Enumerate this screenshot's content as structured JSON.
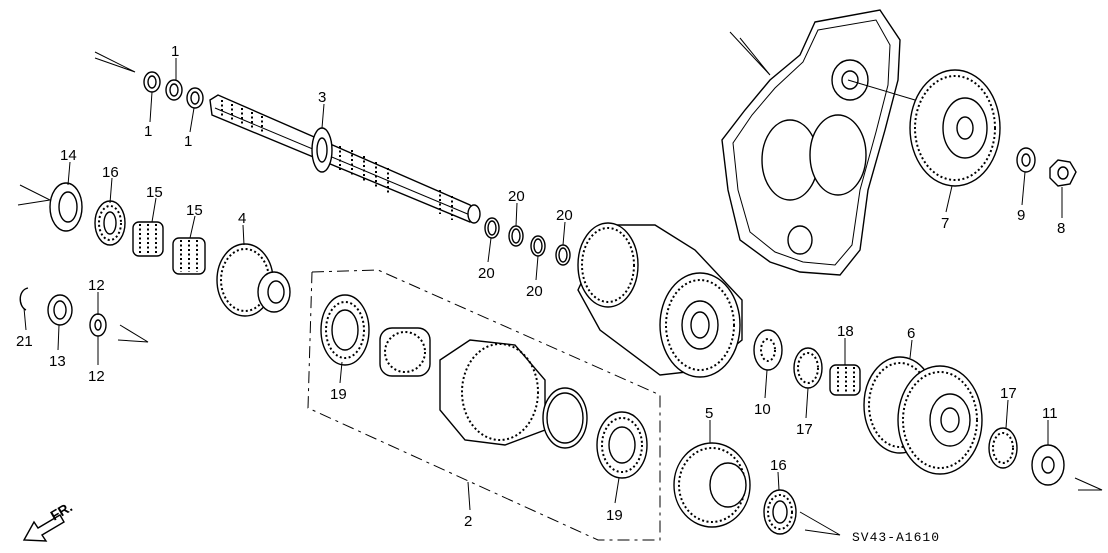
{
  "diagram": {
    "type": "exploded parts diagram",
    "callouts": {
      "c1a": "1",
      "c1b": "1",
      "c1c": "1",
      "c2": "2",
      "c3": "3",
      "c4": "4",
      "c5": "5",
      "c6": "6",
      "c7": "7",
      "c8": "8",
      "c9": "9",
      "c10": "10",
      "c11": "11",
      "c12a": "12",
      "c12b": "12",
      "c13": "13",
      "c14": "14",
      "c15a": "15",
      "c15b": "15",
      "c16a": "16",
      "c16b": "16",
      "c17a": "17",
      "c17b": "17",
      "c18": "18",
      "c19a": "19",
      "c19b": "19",
      "c20a": "20",
      "c20b": "20",
      "c20c": "20",
      "c20d": "20",
      "c21": "21"
    },
    "direction_label": "FR.",
    "diagram_code": "SV43-A1610"
  }
}
